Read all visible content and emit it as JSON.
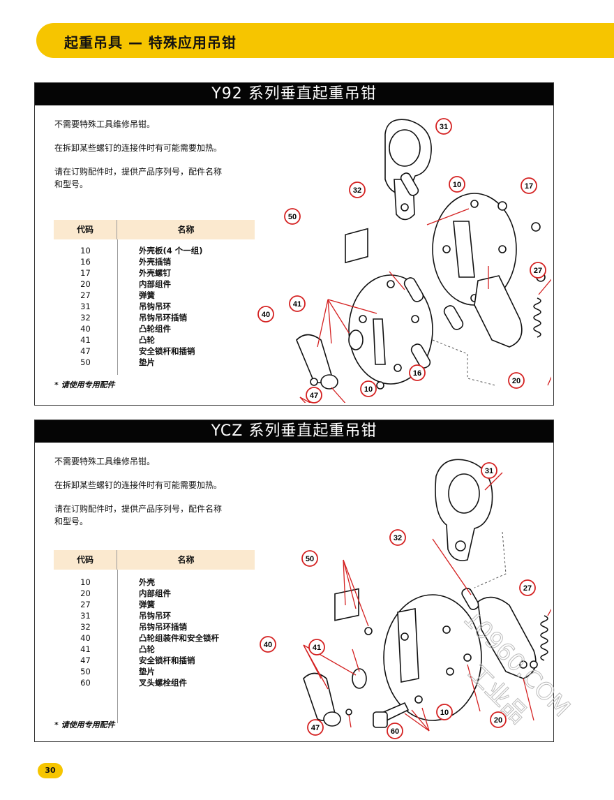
{
  "header": {
    "title": "起重吊具 — 特殊应用吊钳"
  },
  "sections": [
    {
      "title": "Y92 系列垂直起重吊钳",
      "notes": [
        "不需要特殊工具维修吊钳。",
        "在拆卸某些螺钉的连接件时有可能需要加热。",
        "请在订购配件时，提供产品序列号，配件名称",
        "和型号。"
      ],
      "table": {
        "col_code": "代码",
        "col_name": "名称",
        "rows": [
          {
            "code": "10",
            "name": "外壳板(4 个一组)"
          },
          {
            "code": "16",
            "name": "外壳插销"
          },
          {
            "code": "17",
            "name": "外壳螺钉"
          },
          {
            "code": "20",
            "name": "内部组件"
          },
          {
            "code": "27",
            "name": "弹簧"
          },
          {
            "code": "31",
            "name": "吊钩吊环"
          },
          {
            "code": "32",
            "name": "吊钩吊环插销"
          },
          {
            "code": "40",
            "name": "凸轮组件"
          },
          {
            "code": "41",
            "name": "凸轮"
          },
          {
            "code": "47",
            "name": "安全锁杆和插销"
          },
          {
            "code": "50",
            "name": "垫片"
          }
        ]
      },
      "footnote": "* 请使用专用配件",
      "callouts": [
        "31",
        "32",
        "10",
        "17",
        "50",
        "27",
        "41",
        "40",
        "16",
        "20",
        "10",
        "47"
      ]
    },
    {
      "title": "YCZ 系列垂直起重吊钳",
      "notes": [
        "不需要特殊工具维修吊钳。",
        "在拆卸某些螺钉的连接件时有可能需要加热。",
        "请在订购配件时，提供产品序列号，配件名称",
        "和型号。"
      ],
      "table": {
        "col_code": "代码",
        "col_name": "名称",
        "rows": [
          {
            "code": "10",
            "name": "外壳"
          },
          {
            "code": "20",
            "name": "内部组件"
          },
          {
            "code": "27",
            "name": "弹簧"
          },
          {
            "code": "31",
            "name": "吊钩吊环"
          },
          {
            "code": "32",
            "name": "吊钩吊环插销"
          },
          {
            "code": "40",
            "name": "凸轮组装件和安全锁杆"
          },
          {
            "code": "41",
            "name": "凸轮"
          },
          {
            "code": "47",
            "name": "安全锁杆和插销"
          },
          {
            "code": "50",
            "name": "垫片"
          },
          {
            "code": "60",
            "name": "叉头螺栓组件"
          }
        ]
      },
      "footnote": "* 请使用专用配件",
      "callouts": [
        "31",
        "32",
        "50",
        "27",
        "40",
        "41",
        "10",
        "20",
        "47",
        "60"
      ]
    }
  ],
  "page_number": "30",
  "watermark": {
    "line1": "10960.COM",
    "line2": "工业品"
  },
  "colors": {
    "accent": "#f6c500",
    "table_header": "#fbe9cf",
    "callout": "#d42020"
  }
}
